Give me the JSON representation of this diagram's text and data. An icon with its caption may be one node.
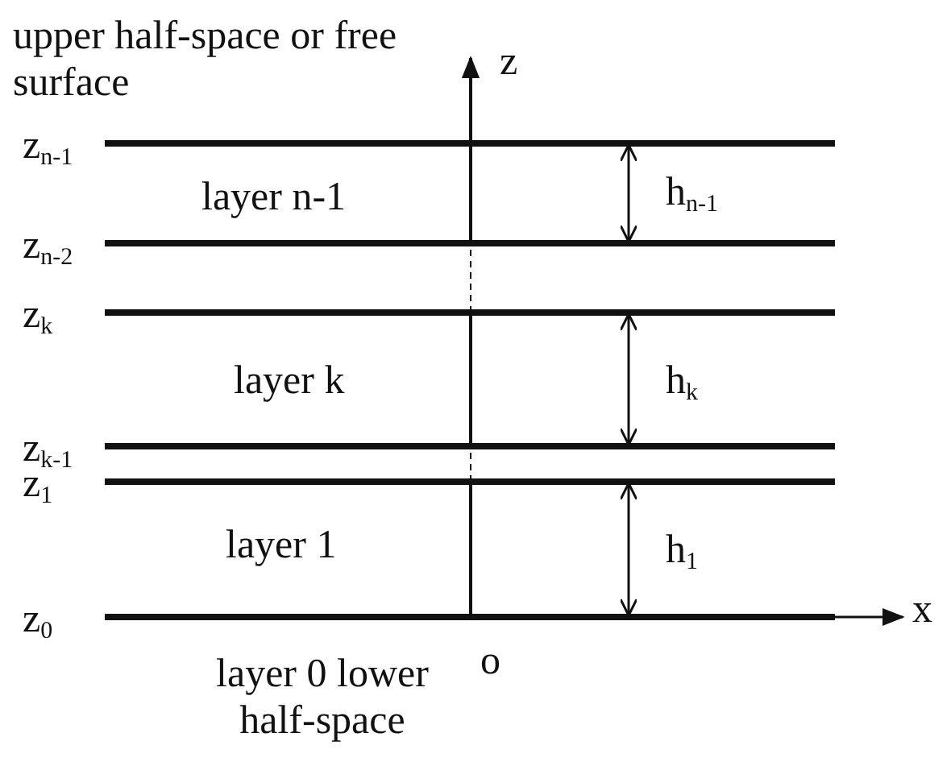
{
  "diagram": {
    "labels": [
      "upper half-space or free surface",
      "z",
      "z$_{n-1}$",
      "layer n-1",
      "h$_{n-1}$",
      "z$_{n-2}$",
      "z$_{k}$",
      "layer k",
      "h$_{k}$",
      "z$_{k-1}$",
      "z$_{1}$",
      "layer 1",
      "h$_{1}$",
      "z$_{0}$",
      "x",
      "o",
      "layer 0 lower half-space"
    ]
  }
}
